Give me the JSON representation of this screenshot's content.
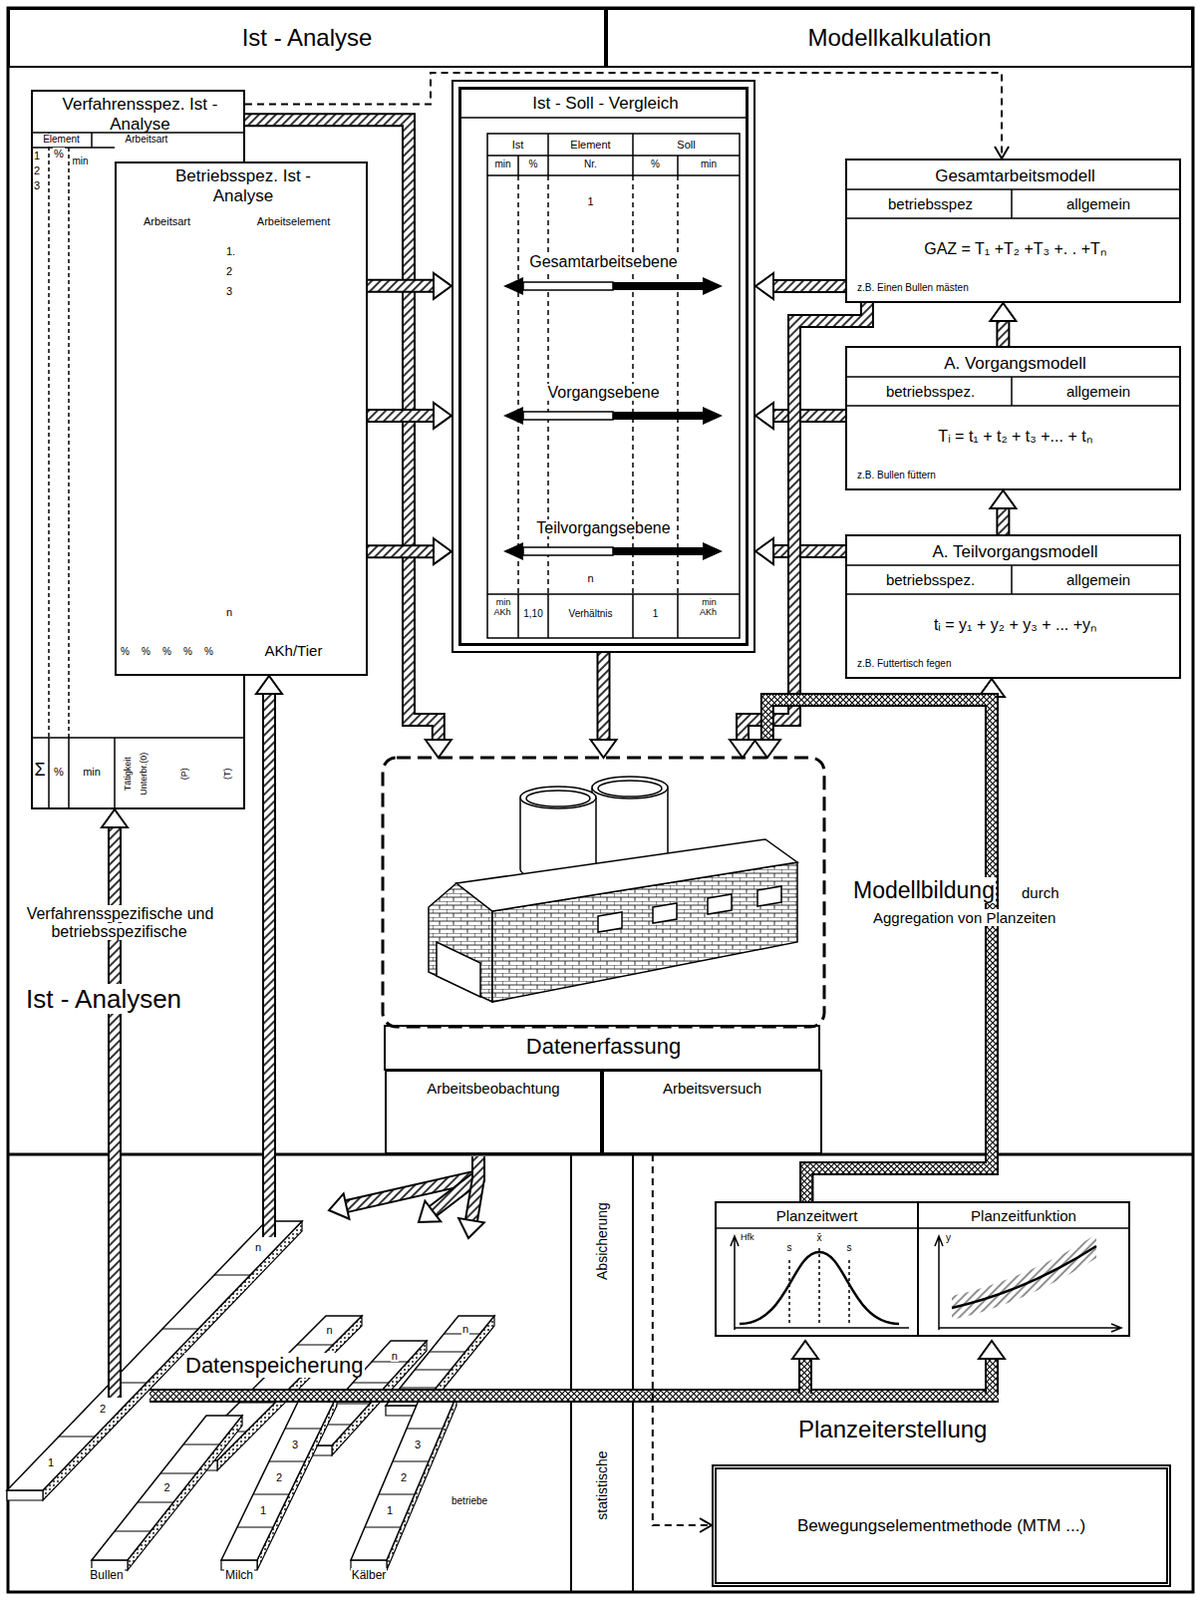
{
  "diagram": {
    "nodes": [
      {
        "text": [
          "Ist - Analyse"
        ]
      },
      {
        "text": [
          "Modellkalkulation"
        ]
      },
      {
        "text": [
          "Verfahrensspez. Ist - Analyse"
        ]
      },
      {
        "text": [
          "Betriebsspez. Ist - Analyse"
        ]
      },
      {
        "text": [
          "Ist - Soll - Vergleich"
        ]
      },
      {
        "text": [
          "Gesamtarbeitsmodell",
          "betriebsspez",
          "allgemein",
          "GAZ = T₁ +T₂ +T₃ +. . +Tₙ",
          "z.B. Einen Bullen mästen"
        ]
      },
      {
        "text": [
          "A. Vorgangsmodell",
          "betriebsspez.",
          "allgemein",
          "Tᵢ = t₁ + t₂ + t₃ +... + tₙ",
          "z.B. Bullen füttern"
        ]
      },
      {
        "text": [
          "A. Teilvorgangsmodell",
          "betriebsspez.",
          "allgemein",
          "tᵢ = y₁ + y₂ + y₃ + ... +yₙ",
          "z.B. Futtertisch fegen"
        ]
      },
      {
        "text": [
          "Datenerfassung"
        ]
      },
      {
        "text": [
          "Arbeitsbeobachtung"
        ],
        "in": 8
      },
      {
        "text": [
          "Arbeitsversuch"
        ],
        "in": 8
      },
      {
        "text": [
          "Planzeitwert"
        ]
      },
      {
        "text": [
          "Planzeitfunktion"
        ]
      },
      {
        "text": [
          "Bewegungselementmethode (MTM ...)"
        ]
      }
    ],
    "edges": [
      {
        "from": 2,
        "to": 5,
        "arrow": "to"
      },
      {
        "from": 2,
        "to": 8,
        "arrow": "to"
      },
      {
        "from": 3,
        "to": 4,
        "arrow": "to"
      },
      {
        "from": 3,
        "to": 4,
        "arrow": "to"
      },
      {
        "from": 3,
        "to": 4,
        "arrow": "to"
      },
      {
        "from": 5,
        "to": 4,
        "arrow": "to"
      },
      {
        "from": 6,
        "to": 4,
        "arrow": "to"
      },
      {
        "from": 7,
        "to": 4,
        "arrow": "to"
      },
      {
        "from": 4,
        "to": 8,
        "arrow": "to"
      },
      {
        "from": 5,
        "to": 8,
        "arrow": "to"
      },
      {
        "from": 7,
        "to": 6,
        "arrow": "to"
      },
      {
        "from": 6,
        "to": 5,
        "arrow": "to"
      },
      {
        "from": 11,
        "to": 7,
        "arrow": "to"
      },
      {
        "from": 11,
        "to": 8,
        "arrow": "to"
      },
      {
        "from": 10,
        "to": 13,
        "arrow": "to"
      }
    ],
    "labels": [
      "Element",
      "Arbeitsart",
      "1",
      "2",
      "3",
      "%",
      "min",
      "Σ",
      "%",
      "min",
      "Tätigkeit",
      "Unterbr.(0)",
      "(P)",
      "(T)",
      "Arbeitsart",
      "Arbeitselement",
      "1.",
      "2",
      "3",
      "n",
      "%",
      "%",
      "%",
      "%",
      "%",
      "AKh/Tier",
      "Ist",
      "Element",
      "Soll",
      "min",
      "%",
      "Nr.",
      "%",
      "min",
      "1",
      "Gesamtarbeitsebene",
      "Vorgangsebene",
      "Teilvorgangsebene",
      "n",
      "min AKh",
      "1,10",
      "Verhältnis",
      "1",
      "min AKh",
      "Verfahrensspezifische und betriebsspezifische",
      "Ist - Analysen",
      "Modellbildung",
      "durch",
      "Aggregation von Planzeiten",
      "Absicherung",
      "statistische",
      "Datenspeicherung",
      "Planzeiterstellung",
      "Hfk",
      "x̄",
      "s",
      "s",
      "y",
      "1",
      "2",
      "n",
      "n",
      "n",
      "n",
      "2",
      "1",
      "2",
      "3",
      "1",
      "2",
      "3",
      "Bullen",
      "Milch",
      "Kälber",
      "betriebe"
    ]
  }
}
